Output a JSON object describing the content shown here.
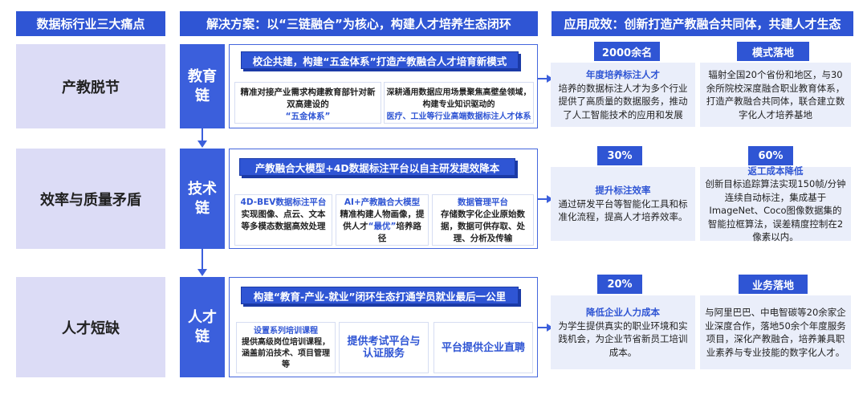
{
  "headers": {
    "pain": "数据标行业三大痛点",
    "solution": "解决方案：以“三链融合”为核心，构建人才培养生态闭环",
    "results": "应用成效：创新打造产教融合共同体，共建人才生态"
  },
  "pain_points": [
    "产教脱节",
    "效率与质量矛盾",
    "人才短缺"
  ],
  "chains": [
    "教育链",
    "技术链",
    "人才链"
  ],
  "education": {
    "bar": "校企共建，构建“五金体系”打造产教融合人才培育新模式",
    "left_line1": "精准对接产业需求构建教育部针对新",
    "left_line2": "双高建设的",
    "left_highlight": "“五金体系”",
    "right_line1": "深耕通用数据应用场景聚焦高壁垒领域，",
    "right_line2": "构建专业知识驱动的",
    "right_highlight": "医疗、工业等行业高端数据标注人才体系"
  },
  "technology": {
    "bar": "产教融合大模型+4D数据标注平台以自主研发提效降本",
    "col1_title": "4D-BEV数据标注平台",
    "col1_text": "实现图像、点云、文本等多模态数据高效处理",
    "col2_title": "AI+产教融合大模型",
    "col2_text_1": "精准构建人物画像，提供人才",
    "col2_highlight": "“最优”",
    "col2_text_2": "培养路径",
    "col3_title": "数据管理平台",
    "col3_text": "存储数字化企业原始数据，数据可供存取、处理、分析及传输"
  },
  "talent": {
    "bar": "构建“教育-产业-就业”闭环生态打通学员就业最后一公里",
    "col1_title": "设置系列培训课程",
    "col1_text": "提供高级岗位培训课程，涵盖前沿技术、项目管理等",
    "col2_title": "提供考试平台与认证服务",
    "col3_title": "平台提供企业直聘"
  },
  "results": {
    "r1": {
      "badge_left": "2000余名",
      "title_left": "年度培养标注人才",
      "text_left": "培养的数据标注人才为多个行业提供了高质量的数据服务，推动了人工智能技术的应用和发展",
      "badge_right": "模式落地",
      "text_right": "辐射全国20个省份和地区，与30余所院校深度融合职业教育体系，打造产教融合共同体，联合建立数字化人才培养基地"
    },
    "r2": {
      "badge_left": "30%",
      "title_left": "提升标注效率",
      "text_left": "通过研发平台等智能化工具和标准化流程，提高人才培养效率。",
      "badge_right": "60%",
      "title_right": "返工成本降低",
      "text_right": "创新目标追踪算法实现150帧/分钟连续自动标注，集成基于ImageNet、Coco图像数据集的智能拉框算法，误差精度控制在2像素以内。"
    },
    "r3": {
      "badge_left": "20%",
      "title_left": "降低企业人力成本",
      "text_left": "为学生提供真实的职业环境和实践机会，为企业节省新员工培训成本。",
      "badge_right": "业务落地",
      "text_right": "与阿里巴巴、中电智碳等20余家企业深度合作，落地50余个年度服务项目，深化产教融合，培养兼具职业素养与专业技能的数字化人才。"
    }
  },
  "colors": {
    "primary": "#2f55d4",
    "pain_bg": "#dcdcf6",
    "card_bg": "#eaeefa"
  }
}
